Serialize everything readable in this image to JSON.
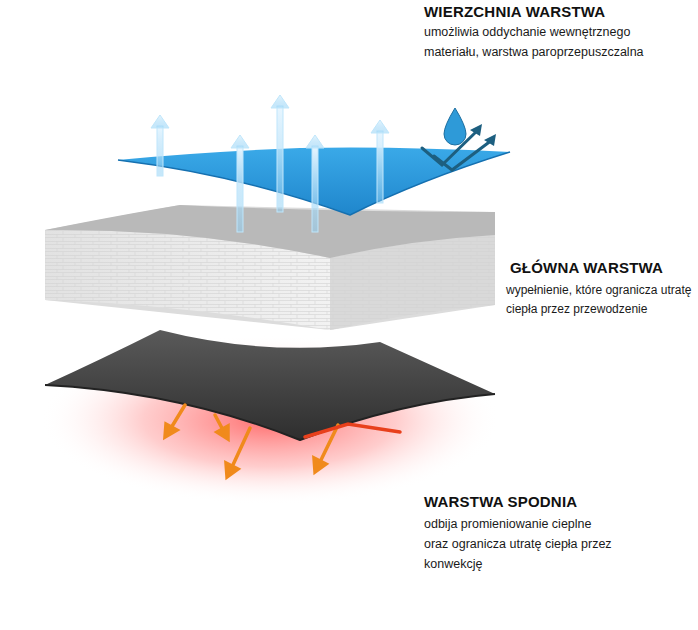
{
  "diagram": {
    "labels": [
      "WIERZCHNIA WARSTWA",
      "umożliwia oddychanie wewnętrznego materiału, warstwa paroprzepuszczalna",
      "GŁÓWNA WARSTWA",
      "wypełnienie, które ogranicza utratę ciepła przez przewodzenie",
      "WARSTWA SPODNIA",
      "odbija promieniowanie cieplne oraz ogranicza utratę ciepła przez konwekcję"
    ]
  }
}
